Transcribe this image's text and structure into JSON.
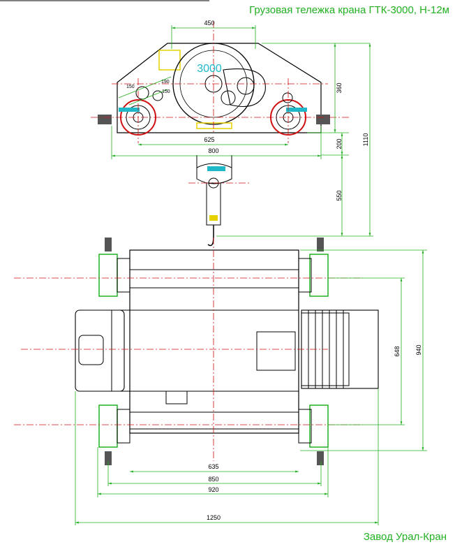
{
  "header": {
    "title": "Грузовая тележка крана ГТК-3000, Н-12м"
  },
  "footer": {
    "manufacturer": "Завод Урал-Кран"
  },
  "capacity_label": "3000",
  "dimensions": {
    "top_width_450": "450",
    "side_height_360": "360",
    "side_height_200": "200",
    "side_height_1110": "1110",
    "wheel_base_625": "625",
    "width_800": "800",
    "hook_drop_550": "550",
    "rail_gauge_648": "648",
    "overall_940": "940",
    "bottom_635": "635",
    "bottom_850": "850",
    "bottom_920": "920",
    "overall_1250": "1250",
    "small_150_a": "150",
    "small_150_b": "150",
    "small_190": "190"
  },
  "colors": {
    "title": "#22b022",
    "dimension": "#22b022",
    "outline": "#000000",
    "axis": "#d01010",
    "wheel": "#d01010",
    "accent_yellow": "#e6d200",
    "accent_cyan": "#20b8c8"
  }
}
